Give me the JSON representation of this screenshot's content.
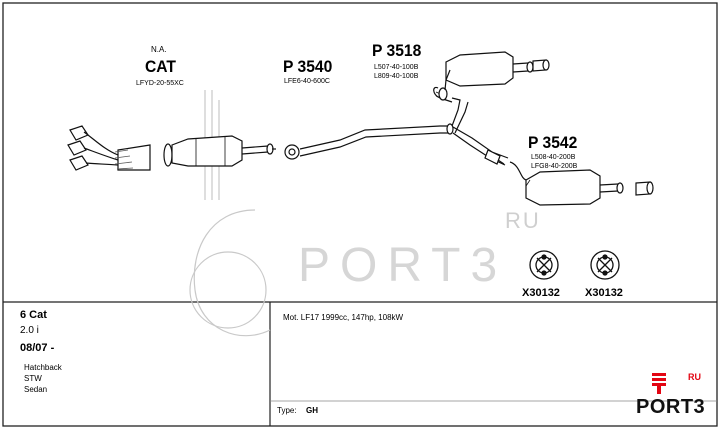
{
  "parts": {
    "cat_note": "N.A.",
    "cat_title": "CAT",
    "cat_code": "LFYD-20-55XC",
    "p3540_title": "P 3540",
    "p3540_code": "LFE6-40-600C",
    "p3518_title": "P 3518",
    "p3518_code1": "L507-40-100B",
    "p3518_code2": "L809-40-100B",
    "p3542_title": "P 3542",
    "p3542_code1": "L508-40-200B",
    "p3542_code2": "LFG8-40-200B",
    "hanger1": "X30132",
    "hanger2": "X30132"
  },
  "info": {
    "engine_title": "6 Cat",
    "displacement": "2.0 i",
    "date": "08/07 -",
    "body_types": [
      "Hatchback",
      "STW",
      "Sedan"
    ],
    "motor": "Mot. LF17 1999cc, 147hp, 108kW",
    "type_label": "Type:",
    "type_value": "GH"
  },
  "logo": {
    "watermark_ru": "RU",
    "watermark_text": "PORT3",
    "brand_ru": "RU",
    "brand_text": "PORT3",
    "accent": "#e30613"
  }
}
